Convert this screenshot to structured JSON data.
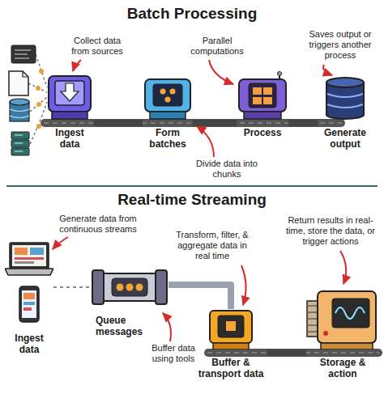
{
  "diagram": {
    "nodes": [
      {
        "text": [
          "Ingest data"
        ]
      },
      {
        "text": [
          "Form batches"
        ]
      },
      {
        "text": [
          "Process"
        ]
      },
      {
        "text": [
          "Generate output"
        ]
      },
      {
        "text": [
          "Ingest data"
        ]
      },
      {
        "text": [
          "Queue messages"
        ]
      },
      {
        "text": [
          "Buffer & transport data"
        ]
      },
      {
        "text": [
          "Storage & action"
        ]
      }
    ],
    "edges": [
      {
        "from": 0,
        "to": 1,
        "arrow": "none"
      },
      {
        "from": 1,
        "to": 2,
        "arrow": "none"
      },
      {
        "from": 2,
        "to": 3,
        "arrow": "none"
      },
      {
        "from": 4,
        "to": 5,
        "arrow": "none"
      },
      {
        "from": 5,
        "to": 6,
        "arrow": "none"
      },
      {
        "from": 6,
        "to": 7,
        "arrow": "none"
      }
    ],
    "labels": [
      "Batch Processing",
      "Collect data from sources",
      "Parallel computations",
      "Saves output or triggers another process",
      "Divide data into chunks",
      "Real-time Streaming",
      "Generate data from continuous streams",
      "Transform, filter, & aggregate data in real time",
      "Return results in real-time, store the data, or trigger actions",
      "Buffer data using tools"
    ]
  }
}
